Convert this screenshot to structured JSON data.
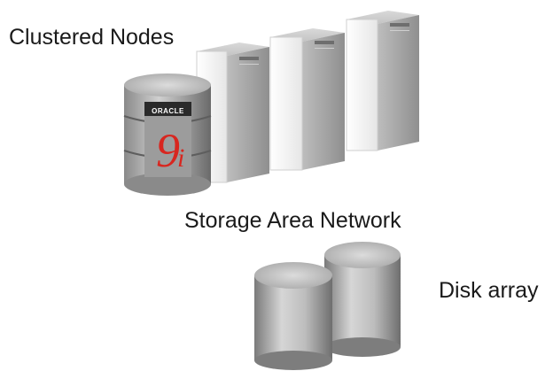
{
  "labels": {
    "clustered_nodes": "Clustered Nodes",
    "storage_area_network": "Storage Area Network",
    "disk_array": "Disk array"
  },
  "database_logo": {
    "vendor": "ORACLE",
    "version_numeral": "9",
    "version_suffix": "i"
  },
  "colors": {
    "server_front": "#f4f4f4",
    "server_side": "#a9a9a9",
    "disk_body": "#a6a6a6",
    "logo_background": "#2a2a2a",
    "logo_accent": "#d8261f"
  },
  "components": {
    "server_icons": [
      "server-1",
      "server-2",
      "server-3"
    ],
    "disk_icons": [
      "disk-front",
      "disk-back"
    ],
    "database_icon": "database-cylinder-icon"
  }
}
